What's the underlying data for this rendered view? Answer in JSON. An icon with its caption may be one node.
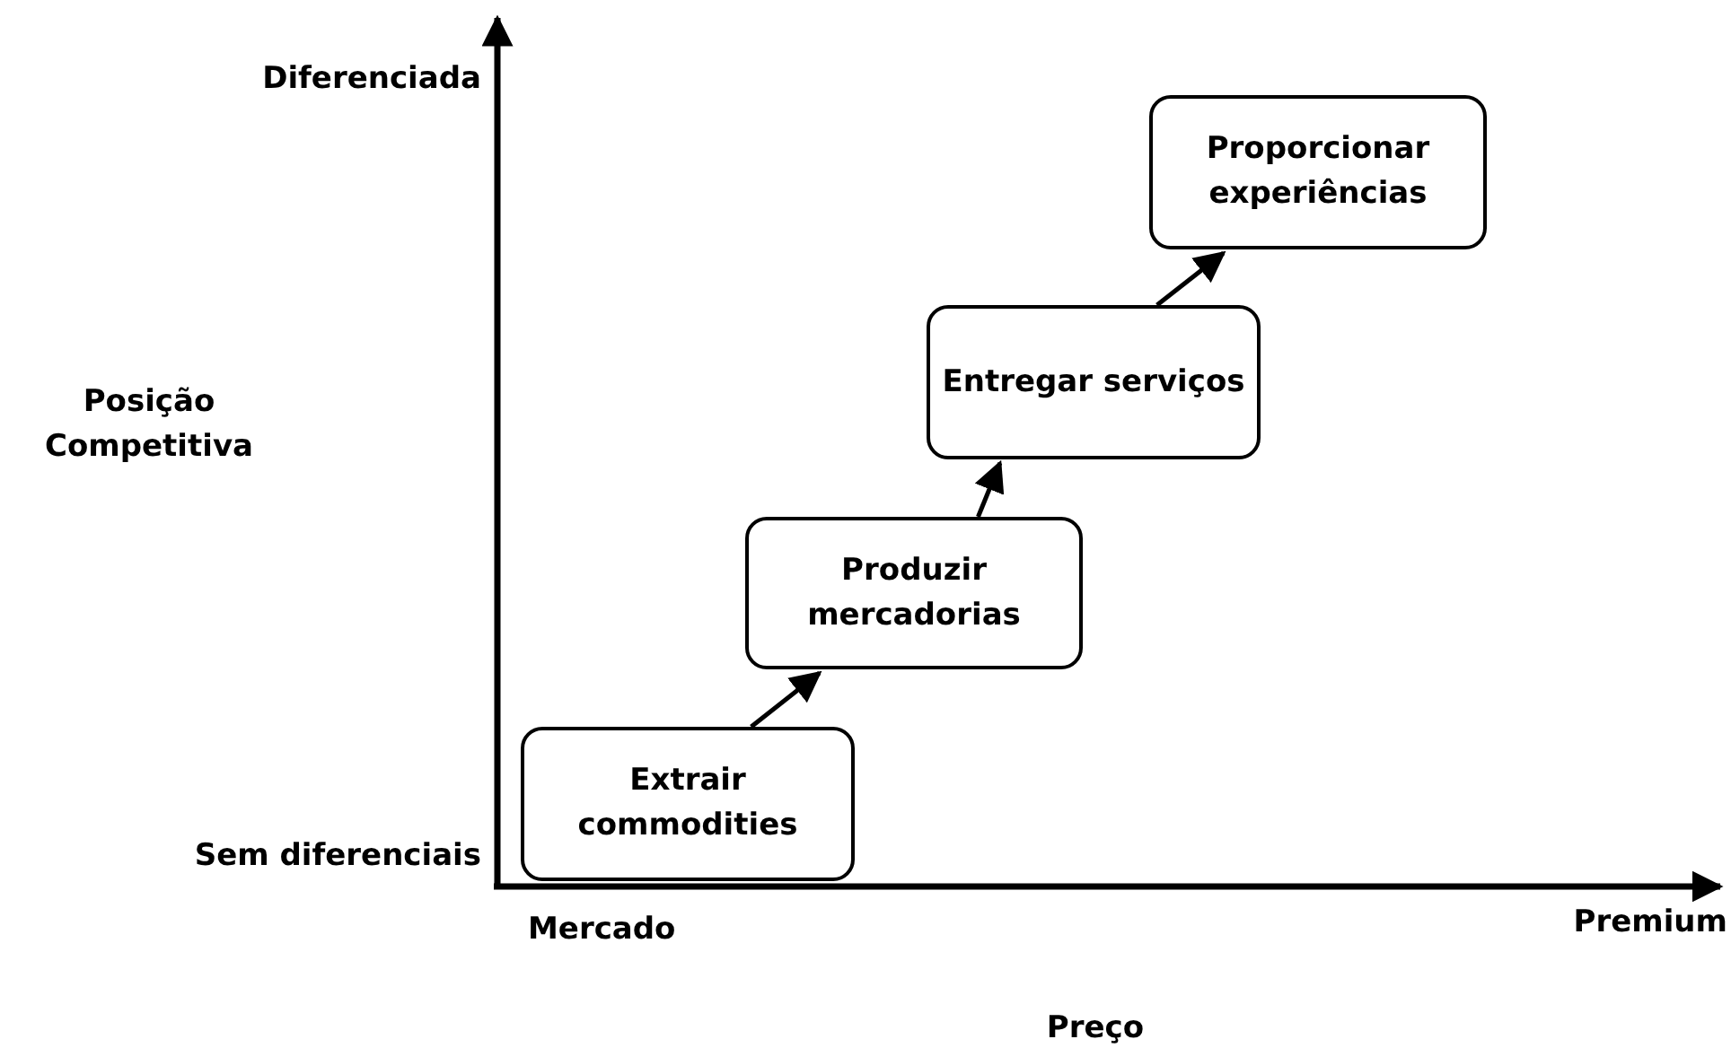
{
  "diagram": {
    "nodes": [
      {
        "text": [
          "Extrair commodities"
        ]
      },
      {
        "text": [
          "Produzir mercadorias"
        ]
      },
      {
        "text": [
          "Entregar serviços"
        ]
      },
      {
        "text": [
          "Proporcionar experiências"
        ]
      }
    ],
    "edges": [
      {
        "from": 0,
        "to": 1,
        "arrow": "to"
      },
      {
        "from": 1,
        "to": 2,
        "arrow": "to"
      },
      {
        "from": 2,
        "to": 3,
        "arrow": "to"
      }
    ],
    "labels": [
      "Diferenciada",
      "Posição Competitiva",
      "Sem diferenciais",
      "Mercado",
      "Premium",
      "Preço"
    ]
  }
}
